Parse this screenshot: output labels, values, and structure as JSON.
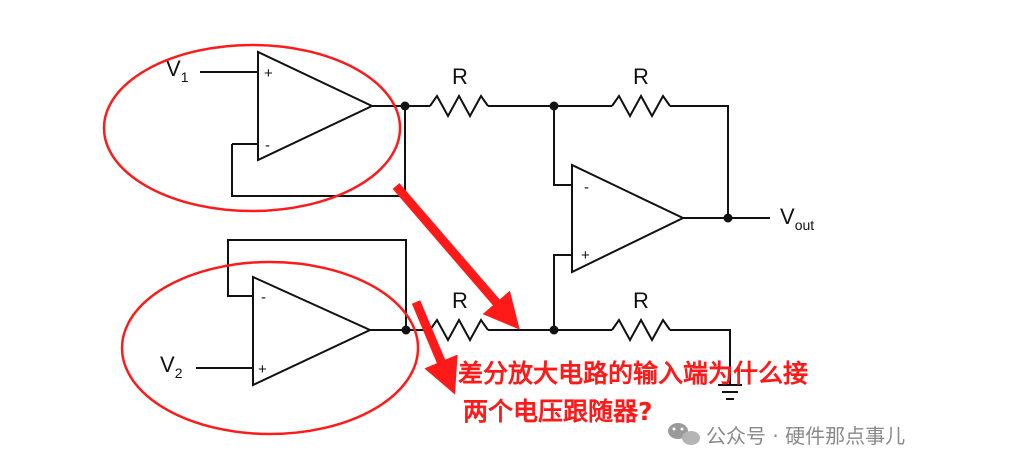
{
  "circuit": {
    "input1": {
      "main": "V",
      "sub": "1"
    },
    "input2": {
      "main": "V",
      "sub": "2"
    },
    "output": {
      "main": "V",
      "sub": "out"
    },
    "resistor_label": "R",
    "plus_sign": "+",
    "minus_sign": "-"
  },
  "annotation": {
    "line1": "差分放大电路的输入端为什么接",
    "line2": "两个电压跟随器?",
    "color": "#ff1a1a"
  },
  "watermark": {
    "text": "公众号 · 硬件那点事儿",
    "icon": "wechat-logo-icon"
  }
}
